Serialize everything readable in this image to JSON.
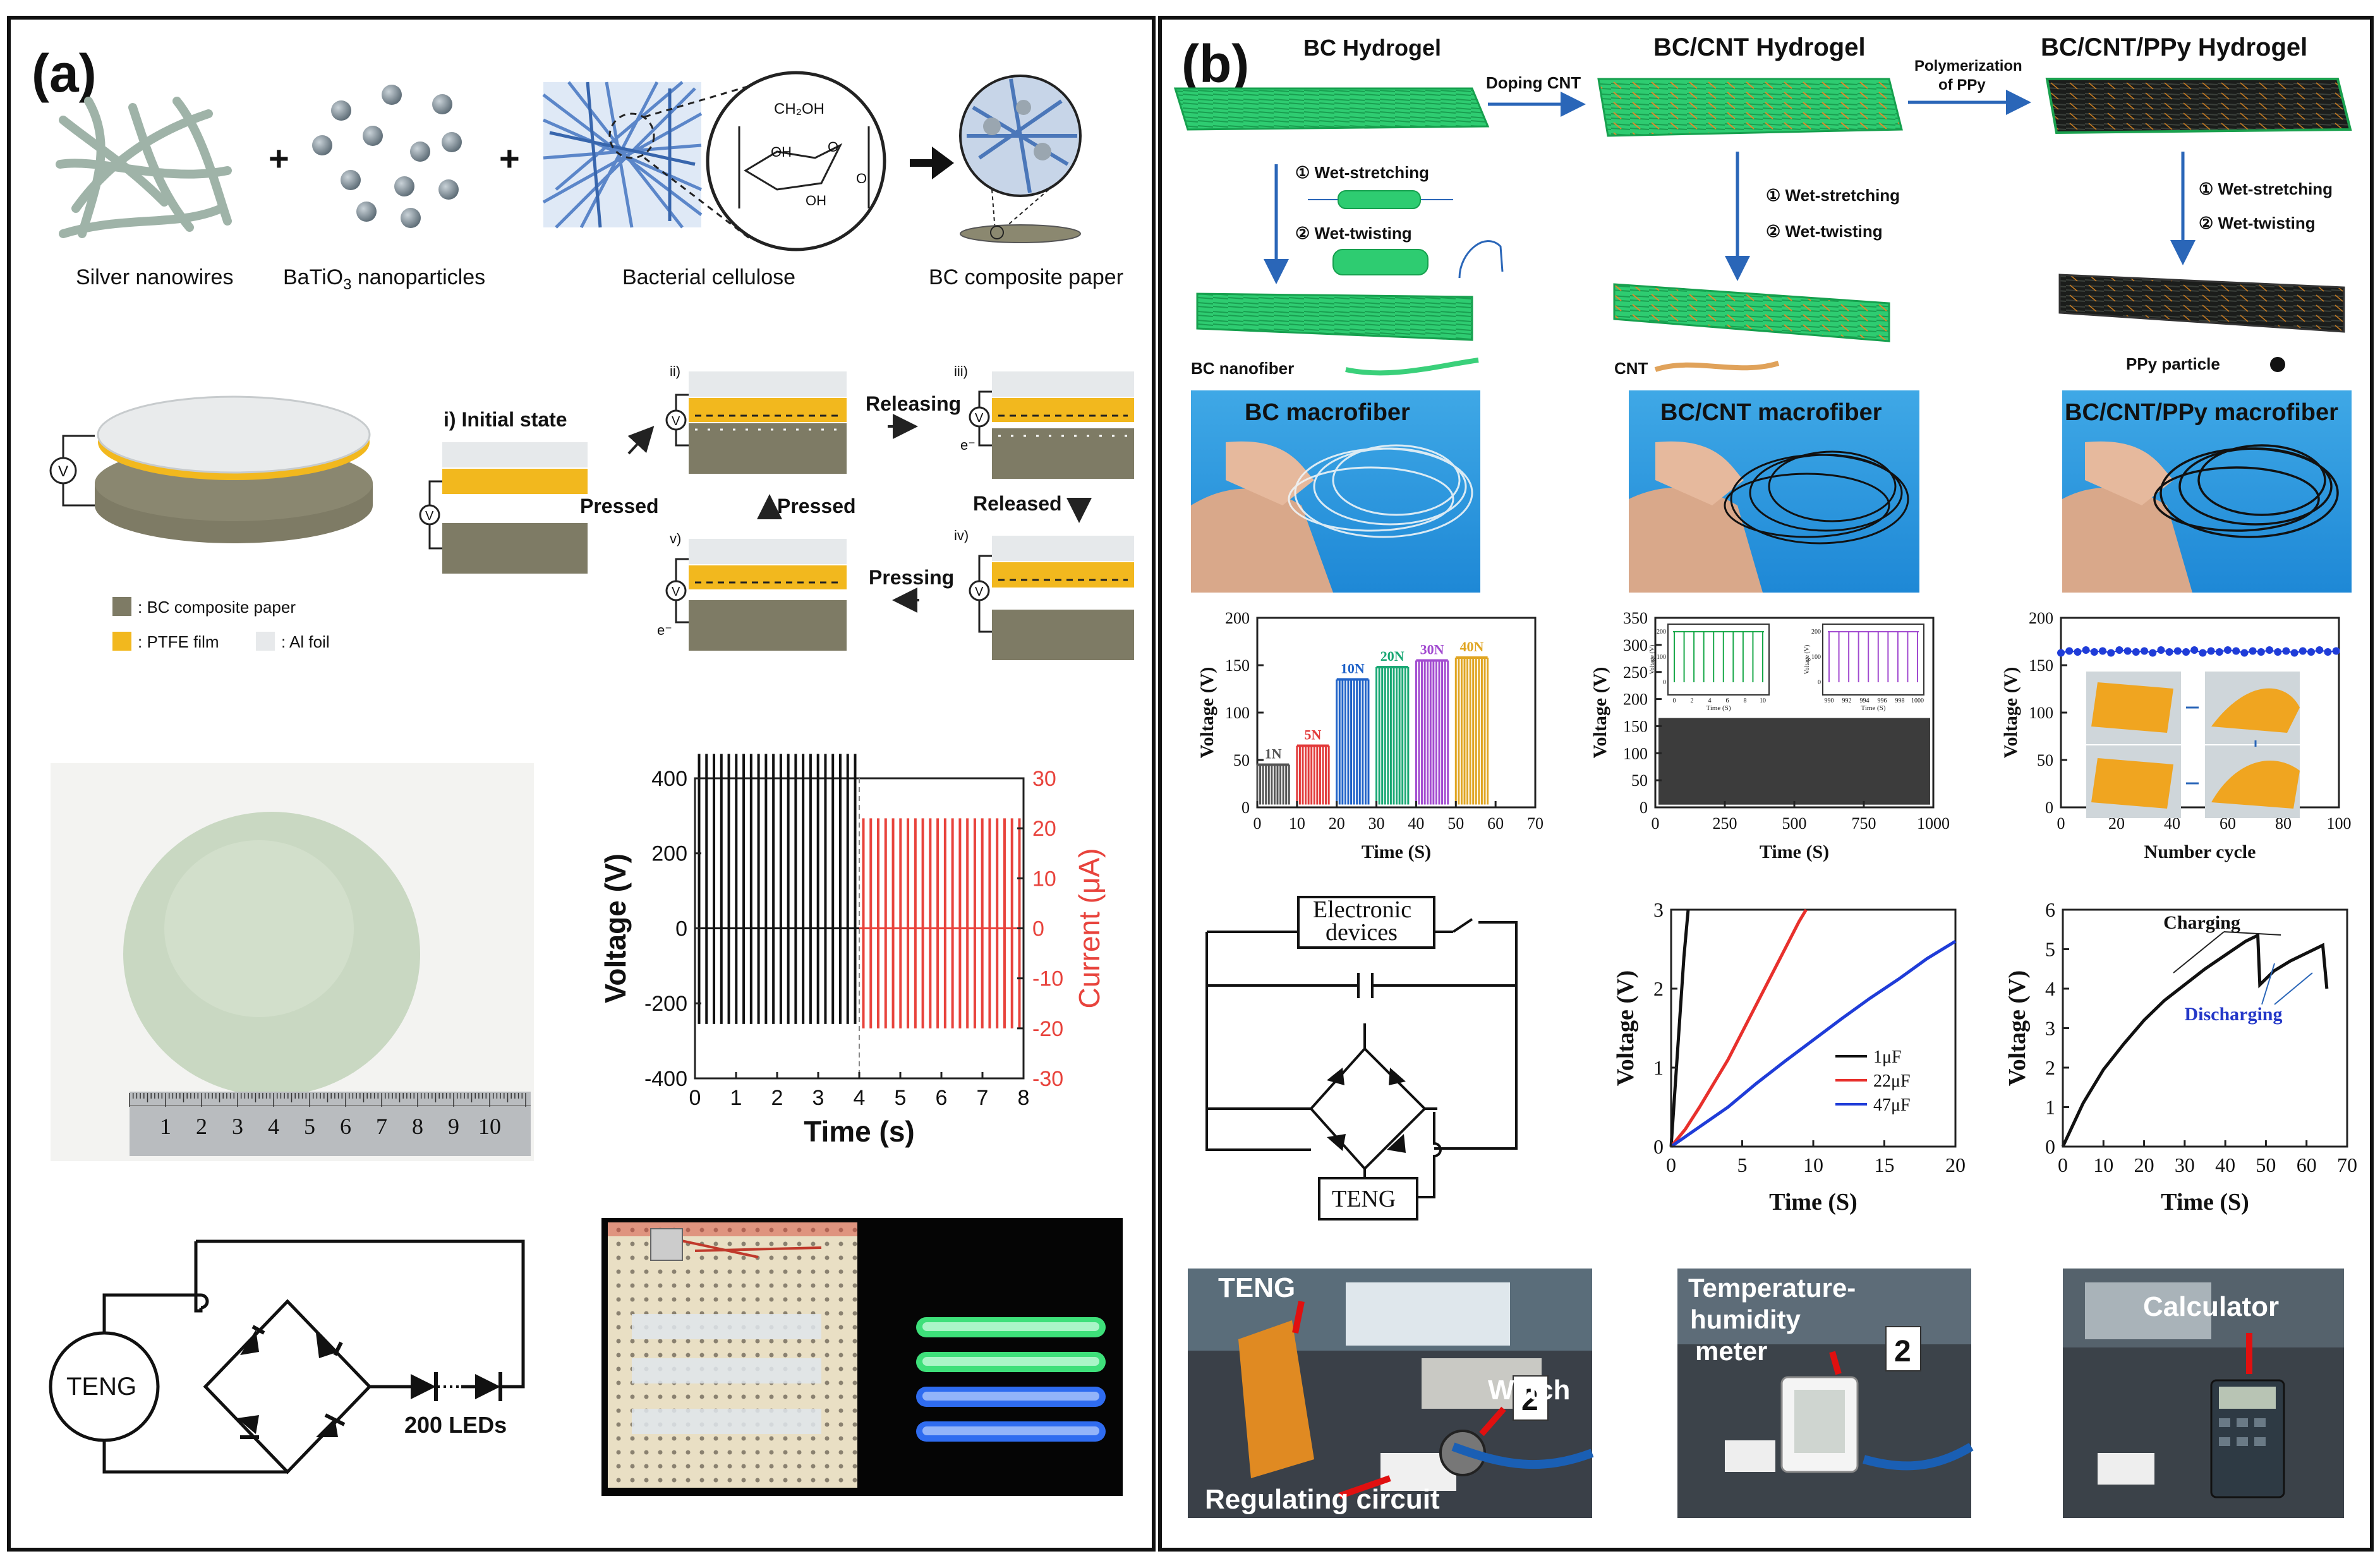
{
  "panel_a": {
    "label": "(a)",
    "materials": {
      "silver_nanowires": "Silver nanowires",
      "batio3_prefix": "BaTiO",
      "batio3_sub": "3",
      "batio3_suffix": " nanoparticles",
      "bacterial_cellulose": "Bacterial cellulose",
      "bc_composite_paper": "BC composite paper",
      "plus": "+",
      "molecule_ch2oh": "CH₂OH",
      "molecule_oh": "OH",
      "molecule_o": "O"
    },
    "legend": {
      "bc_composite": ": BC composite paper",
      "ptfe": ": PTFE film",
      "al": ": Al foil"
    },
    "states": {
      "initial": "i) Initial state",
      "ii": "ii)",
      "iii": "iii)",
      "iv": "iv)",
      "v": "v)",
      "pressed_1": "Pressed",
      "releasing": "Releasing",
      "pressed_2": "Pressed",
      "released": "Released",
      "pressing": "Pressing",
      "v_symbol": "V",
      "electron": "e⁻"
    },
    "ruler_numbers": [
      "1",
      "2",
      "3",
      "4",
      "5",
      "6",
      "7",
      "8",
      "9",
      "10"
    ],
    "circuit": {
      "teng": "TENG",
      "leds": "200 LEDs"
    }
  },
  "panel_b": {
    "label": "(b)",
    "hydrogels": [
      "BC Hydrogel",
      "BC/CNT Hydrogel",
      "BC/CNT/PPy Hydrogel"
    ],
    "arrows": {
      "doping": "Doping CNT",
      "polymerization_1": "Polymerization",
      "polymerization_2": "of PPy"
    },
    "steps": {
      "wet_stretching": "① Wet-stretching",
      "wet_twisting": "② Wet-twisting"
    },
    "components": {
      "bc_nanofiber": "BC nanofiber",
      "cnt": "CNT",
      "ppy_particle": "PPy particle"
    },
    "macrofibers": [
      "BC macrofiber",
      "BC/CNT macrofiber",
      "BC/CNT/PPy macrofiber"
    ],
    "circuit": {
      "electronic_1": "Electronic",
      "electronic_2": "devices",
      "teng": "TENG"
    },
    "photo_labels": {
      "teng": "TENG",
      "watch": "Watch",
      "regulating": "Regulating circuit",
      "temp_1": "Temperature-",
      "temp_2": "humidity",
      "temp_3": "meter",
      "calculator": "Calculator",
      "digit": "2"
    }
  },
  "chart_data": [
    {
      "id": "a_voltage_current",
      "type": "line",
      "xlabel": "Time (s)",
      "ylabel": "Voltage (V)",
      "y2label": "Current (μA)",
      "xlim": [
        0,
        8
      ],
      "ylim": [
        -400,
        400
      ],
      "y2lim": [
        -30,
        30
      ],
      "xticks": [
        "0",
        "1",
        "2",
        "3",
        "4",
        "5",
        "6",
        "7",
        "8"
      ],
      "yticks": [
        "-400",
        "-200",
        "0",
        "200",
        "400"
      ],
      "y2ticks": [
        "-30",
        "-20",
        "-10",
        "0",
        "10",
        "20",
        "30"
      ],
      "series": [
        {
          "name": "Voltage",
          "color": "#111111",
          "x_range": [
            0,
            4
          ],
          "peak_positive": 465,
          "peak_negative": -255,
          "pulses": 22
        },
        {
          "name": "Current",
          "color": "#e8433c",
          "x_range": [
            4,
            8
          ],
          "peak_positive": 22,
          "peak_negative": -20,
          "pulses": 22
        }
      ]
    },
    {
      "id": "b_voltage_force",
      "type": "bar",
      "xlabel": "Time (S)",
      "ylabel": "Voltage (V)",
      "xlim": [
        0,
        70
      ],
      "ylim": [
        0,
        200
      ],
      "xticks": [
        "0",
        "10",
        "20",
        "30",
        "40",
        "50",
        "60",
        "70"
      ],
      "yticks": [
        "0",
        "50",
        "100",
        "150",
        "200"
      ],
      "categories": [
        "1N",
        "5N",
        "10N",
        "20N",
        "30N",
        "40N"
      ],
      "values": [
        45,
        65,
        135,
        148,
        155,
        158
      ],
      "x_ranges": [
        [
          0,
          8
        ],
        [
          10,
          18
        ],
        [
          20,
          28
        ],
        [
          30,
          38
        ],
        [
          40,
          48
        ],
        [
          50,
          58
        ]
      ],
      "colors": [
        "#555555",
        "#e23b3b",
        "#1f62c8",
        "#1aa874",
        "#a24bd0",
        "#e0a522"
      ]
    },
    {
      "id": "b_voltage_cycles",
      "type": "area",
      "xlabel": "Time (S)",
      "ylabel": "Voltage (V)",
      "xlim": [
        0,
        1000
      ],
      "ylim": [
        0,
        350
      ],
      "xticks": [
        "0",
        "250",
        "500",
        "750",
        "1000"
      ],
      "yticks": [
        "0",
        "50",
        "100",
        "150",
        "200",
        "250",
        "300",
        "350"
      ],
      "value": 165,
      "insets": [
        {
          "xlabel": "Time (S)",
          "ylabel": "Voltage (V)",
          "xticks": [
            "0",
            "2",
            "4",
            "6",
            "8",
            "10"
          ],
          "yticks": [
            "0",
            "100",
            "200"
          ],
          "color": "#1aa84a"
        },
        {
          "xlabel": "Time (S)",
          "ylabel": "Voltage (V)",
          "xticks": [
            "990",
            "992",
            "994",
            "996",
            "998",
            "1000"
          ],
          "yticks": [
            "0",
            "100",
            "200"
          ],
          "color": "#a24bd0"
        }
      ]
    },
    {
      "id": "b_voltage_bending",
      "type": "scatter",
      "xlabel": "Number cycle",
      "ylabel": "Voltage (V)",
      "xlim": [
        0,
        100
      ],
      "ylim": [
        0,
        200
      ],
      "xticks": [
        "0",
        "20",
        "40",
        "60",
        "80",
        "100"
      ],
      "yticks": [
        "0",
        "50",
        "100",
        "150",
        "200"
      ],
      "x": [
        0,
        3,
        6,
        9,
        12,
        15,
        18,
        21,
        24,
        27,
        30,
        33,
        36,
        39,
        42,
        45,
        48,
        51,
        54,
        57,
        60,
        63,
        66,
        69,
        72,
        75,
        78,
        81,
        84,
        87,
        90,
        93,
        96,
        99
      ],
      "y": [
        163,
        165,
        164,
        166,
        164,
        165,
        163,
        166,
        165,
        164,
        165,
        163,
        166,
        164,
        165,
        164,
        166,
        163,
        165,
        164,
        166,
        165,
        163,
        165,
        164,
        166,
        164,
        165,
        163,
        165,
        164,
        166,
        164,
        165
      ],
      "color": "#1f3cd8"
    },
    {
      "id": "b_capacitor_charging",
      "type": "line",
      "xlabel": "Time (S)",
      "ylabel": "Voltage (V)",
      "xlim": [
        0,
        20
      ],
      "ylim": [
        0,
        3
      ],
      "xticks": [
        "0",
        "5",
        "10",
        "15",
        "20"
      ],
      "yticks": [
        "0",
        "1",
        "2",
        "3"
      ],
      "series": [
        {
          "name": "1μF",
          "color": "#111111",
          "x": [
            0,
            0.3,
            0.6,
            0.9,
            1.2
          ],
          "y": [
            0,
            0.8,
            1.6,
            2.4,
            3.0
          ]
        },
        {
          "name": "22μF",
          "color": "#e8302c",
          "x": [
            0,
            1,
            2,
            3,
            4,
            5,
            6,
            7,
            8,
            9,
            9.5
          ],
          "y": [
            0,
            0.22,
            0.5,
            0.8,
            1.1,
            1.45,
            1.8,
            2.15,
            2.5,
            2.85,
            3.0
          ]
        },
        {
          "name": "47μF",
          "color": "#1f3cd8",
          "x": [
            0,
            2,
            4,
            6,
            8,
            10,
            12,
            14,
            16,
            18,
            20
          ],
          "y": [
            0,
            0.25,
            0.5,
            0.8,
            1.08,
            1.35,
            1.62,
            1.88,
            2.12,
            2.38,
            2.6
          ]
        }
      ]
    },
    {
      "id": "b_charging_discharging",
      "type": "line",
      "xlabel": "Time (S)",
      "ylabel": "Voltage (V)",
      "xlim": [
        0,
        70
      ],
      "ylim": [
        0,
        6
      ],
      "xticks": [
        "0",
        "10",
        "20",
        "30",
        "40",
        "50",
        "60",
        "70"
      ],
      "yticks": [
        "0",
        "1",
        "2",
        "3",
        "4",
        "5",
        "6"
      ],
      "annotations": [
        "Charging",
        "Discharging"
      ],
      "series": [
        {
          "name": "",
          "color": "#111111",
          "x": [
            0,
            5,
            10,
            15,
            20,
            25,
            30,
            35,
            40,
            45,
            48,
            48.5,
            52,
            56,
            60,
            64,
            65
          ],
          "y": [
            0,
            1.1,
            1.95,
            2.6,
            3.2,
            3.7,
            4.1,
            4.5,
            4.85,
            5.2,
            5.35,
            4.1,
            4.45,
            4.7,
            4.9,
            5.1,
            4.0
          ]
        }
      ]
    }
  ]
}
